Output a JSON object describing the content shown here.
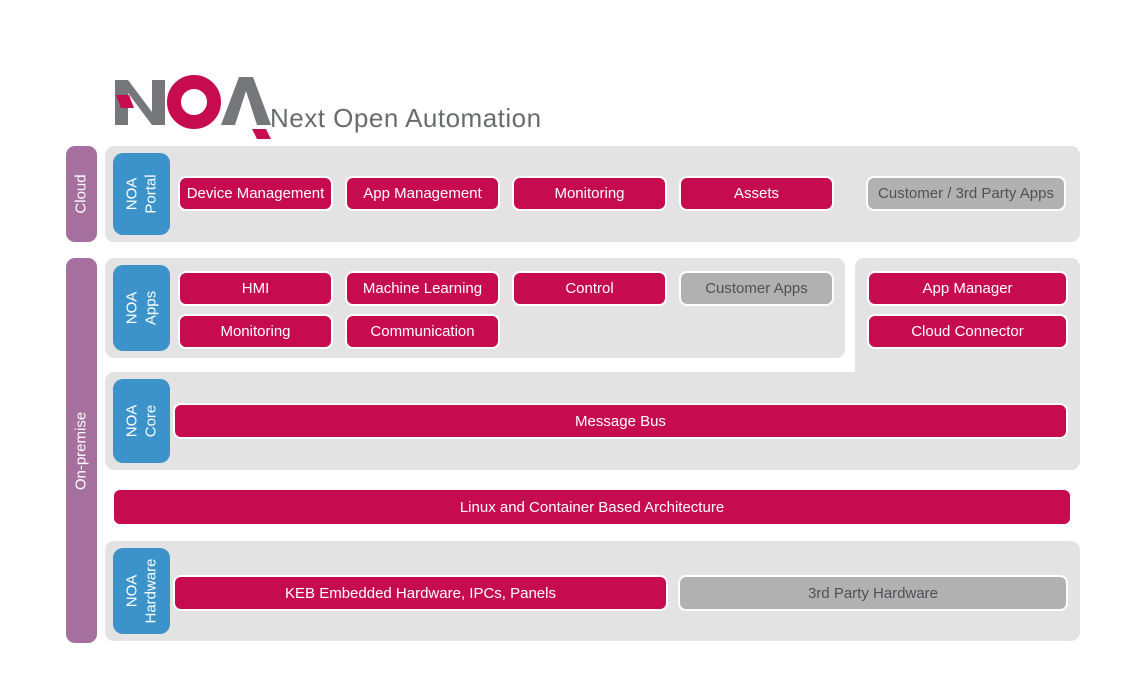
{
  "logo": {
    "brand": "NOA",
    "tagline": "Next Open Automation"
  },
  "colors": {
    "crimson": "#c60b4e",
    "blue": "#3b93c9",
    "purple": "#a56f9e",
    "panel_gray": "#e4e3e3",
    "gray_button": "#b1b1b2",
    "gray_button_text": "#4f5153",
    "logo_gray": "#76777a",
    "tagline_gray": "#696b6e"
  },
  "side_labels": {
    "cloud": "Cloud",
    "on_premise": "On-premise"
  },
  "portal": {
    "tag_line1": "NOA",
    "tag_line2": "Portal",
    "buttons": [
      {
        "label": "Device Management"
      },
      {
        "label": "App Management"
      },
      {
        "label": "Monitoring"
      },
      {
        "label": "Assets"
      }
    ],
    "gray_button": "Customer / 3rd Party Apps"
  },
  "apps": {
    "tag_line1": "NOA",
    "tag_line2": "Apps",
    "row1": [
      {
        "label": "HMI"
      },
      {
        "label": "Machine Learning"
      },
      {
        "label": "Control"
      }
    ],
    "row1_gray": "Customer Apps",
    "row2": [
      {
        "label": "Monitoring"
      },
      {
        "label": "Communication"
      }
    ]
  },
  "right_stack": {
    "buttons": [
      {
        "label": "App Manager"
      },
      {
        "label": "Cloud Connector"
      }
    ]
  },
  "core": {
    "tag_line1": "NOA",
    "tag_line2": "Core",
    "bus_label": "Message Bus"
  },
  "linux_bar": {
    "label": "Linux and Container Based Architecture"
  },
  "hardware": {
    "tag_line1": "NOA",
    "tag_line2": "Hardware",
    "keb_label": "KEB Embedded Hardware, IPCs, Panels",
    "gray_button": "3rd Party Hardware"
  }
}
